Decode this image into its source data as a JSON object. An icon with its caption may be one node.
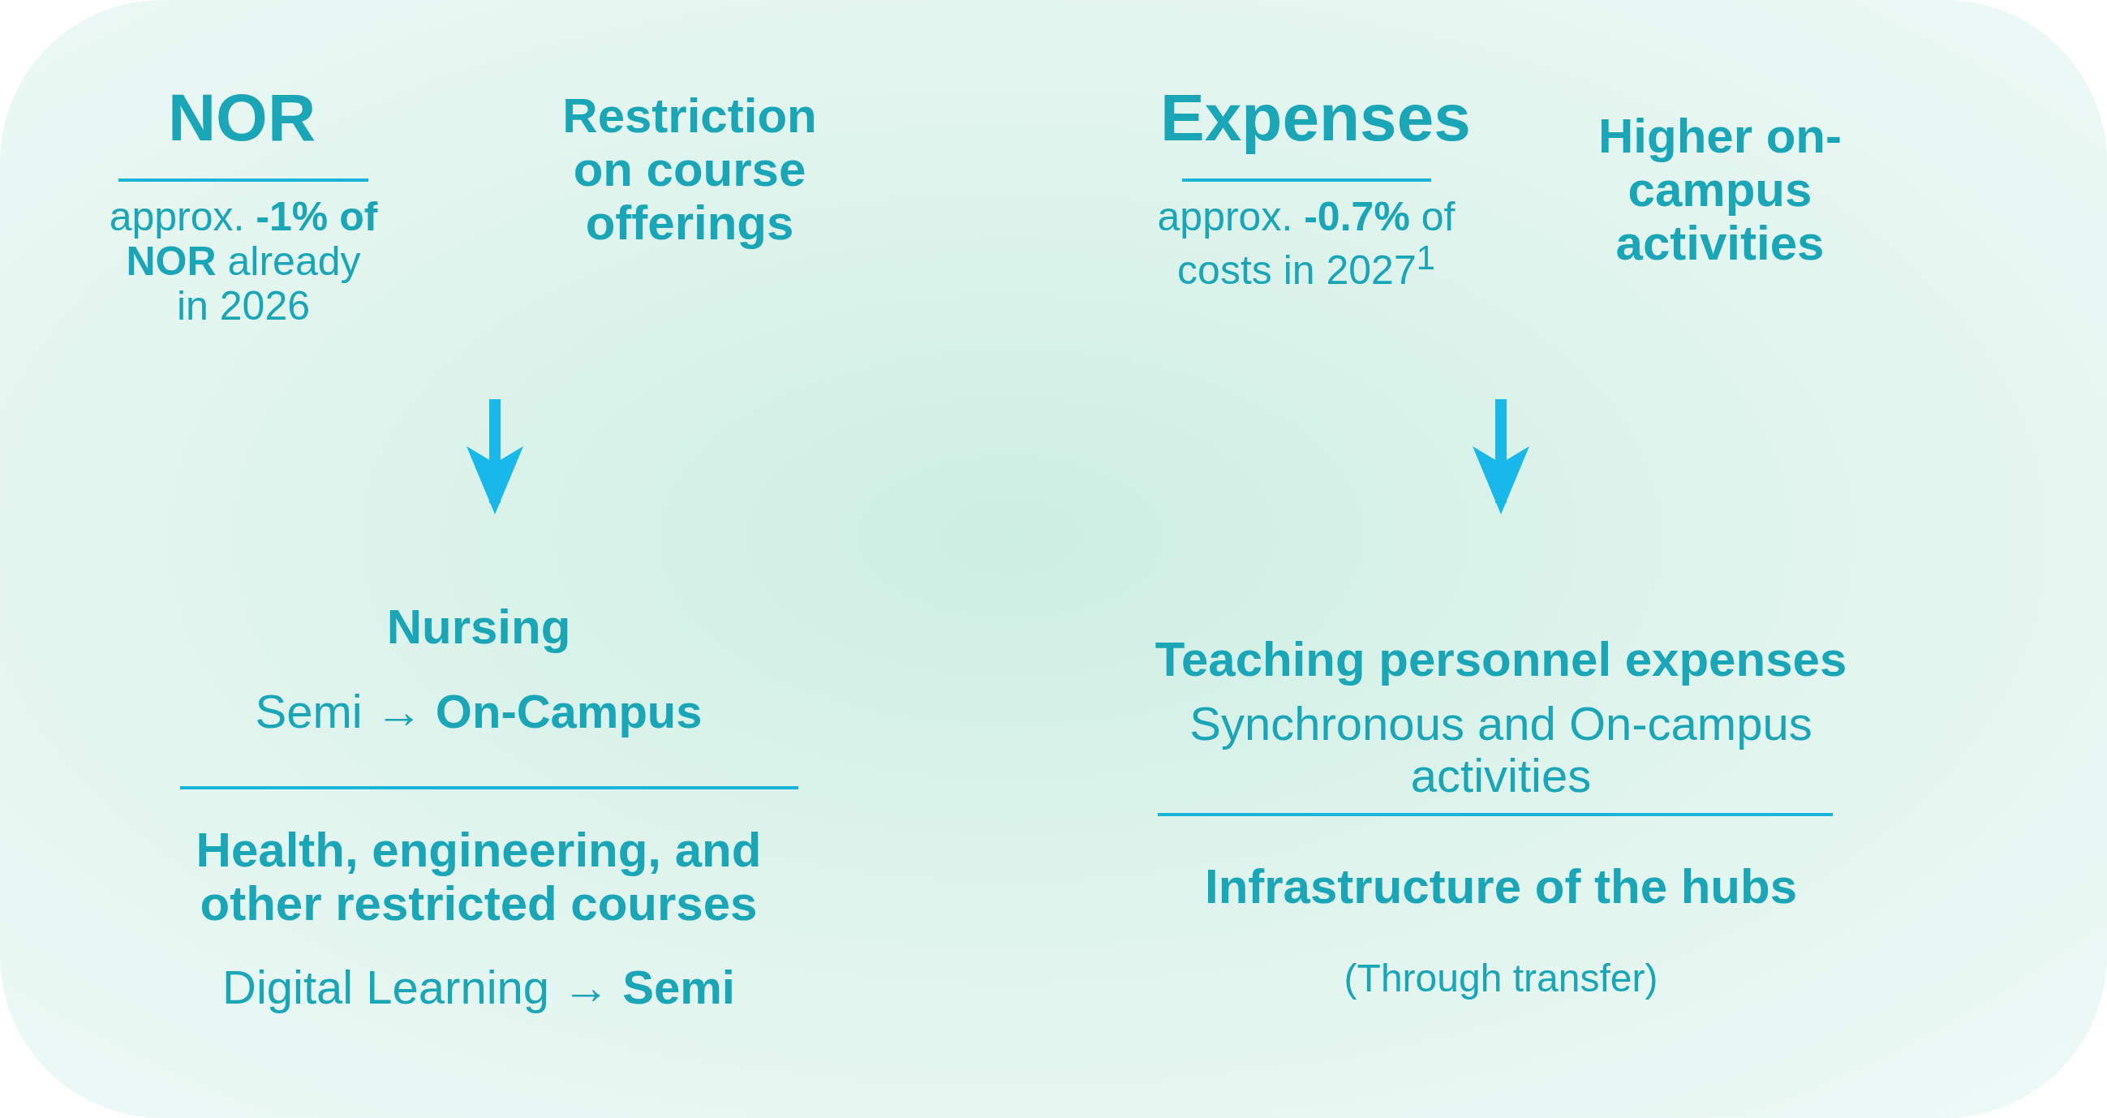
{
  "diagram": {
    "nodes": [
      {
        "text": [
          "NOR",
          "approx. **-1% of NOR** already in 2026",
          "Restriction on course offerings"
        ]
      },
      {
        "text": [
          "Nursing",
          "Semi → **On-Campus**",
          "Health, engineering, and other restricted courses",
          "Digital Learning → **Semi**"
        ]
      },
      {
        "text": [
          "Expenses",
          "approx. **-0.7%** of costs in 2027$^{1}$",
          "Higher on-campus activities"
        ]
      },
      {
        "text": [
          "Teaching personnel expenses",
          "Synchronous and On-campus activities",
          "Infrastructure of the hubs",
          "(Through transfer)"
        ]
      }
    ],
    "edges": [
      {
        "from": 0,
        "to": 1,
        "arrow": "to"
      },
      {
        "from": 2,
        "to": 3,
        "arrow": "to"
      }
    ]
  }
}
